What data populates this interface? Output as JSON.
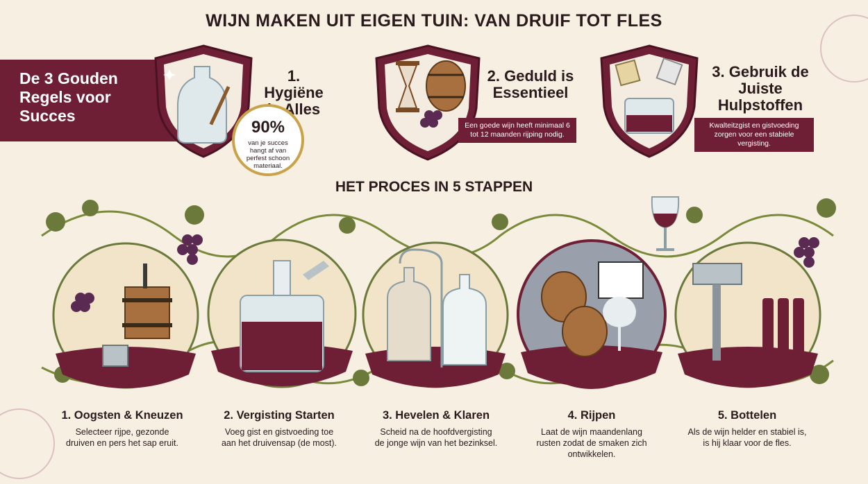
{
  "title": "WIJN MAKEN UIT EIGEN TUIN: VAN DRUIF TOT FLES",
  "banner": {
    "line1": "De 3 Gouden",
    "line2": "Regels voor",
    "line3": "Succes"
  },
  "rules": [
    {
      "title1": "1. Hygiëne",
      "title2": "is Alles",
      "badge_value": "90%",
      "badge_text": "van je succes hangt af van perfest schoon materiaal."
    },
    {
      "title1": "2. Geduld is",
      "title2": "Essentieel",
      "ribbon": "Een goede wijn heeft minimaal 6 tot 12 maanden rijping nodig."
    },
    {
      "title1": "3. Gebruik de",
      "title2": "Juiste",
      "title3": "Hulpstoffen",
      "ribbon": "Kwalteitzgist en gistvoeding zorgen voor een stabiele vergisting."
    }
  ],
  "section_title": "HET PROCES IN 5 STAPPEN",
  "steps": [
    {
      "title": "1. Oogsten & Kneuzen",
      "desc1": "Selecteer rijpe, gezonde",
      "desc2": "druiven en pers het sap eruit."
    },
    {
      "title": "2. Vergisting Starten",
      "desc1": "Voeg gist en gistvoeding toe",
      "desc2": "aan het druivensap (de most)."
    },
    {
      "title": "3. Hevelen & Klaren",
      "desc1": "Scheid na de hoofdvergisting",
      "desc2": "de jonge wijn van het bezinksel."
    },
    {
      "title": "4. Rijpen",
      "desc1": "Laat de wijn maandenlang",
      "desc2": "rusten zodat de smaken zich",
      "desc3": "ontwikkelen."
    },
    {
      "title": "5. Bottelen",
      "desc1": "Als de wijn helder en stabiel is,",
      "desc2": "is hij klaar voor de fles."
    }
  ],
  "colors": {
    "wine": "#6e1f35",
    "cream": "#f6efe2",
    "vine": "#6b7a3a",
    "gold": "#c9a24a"
  }
}
